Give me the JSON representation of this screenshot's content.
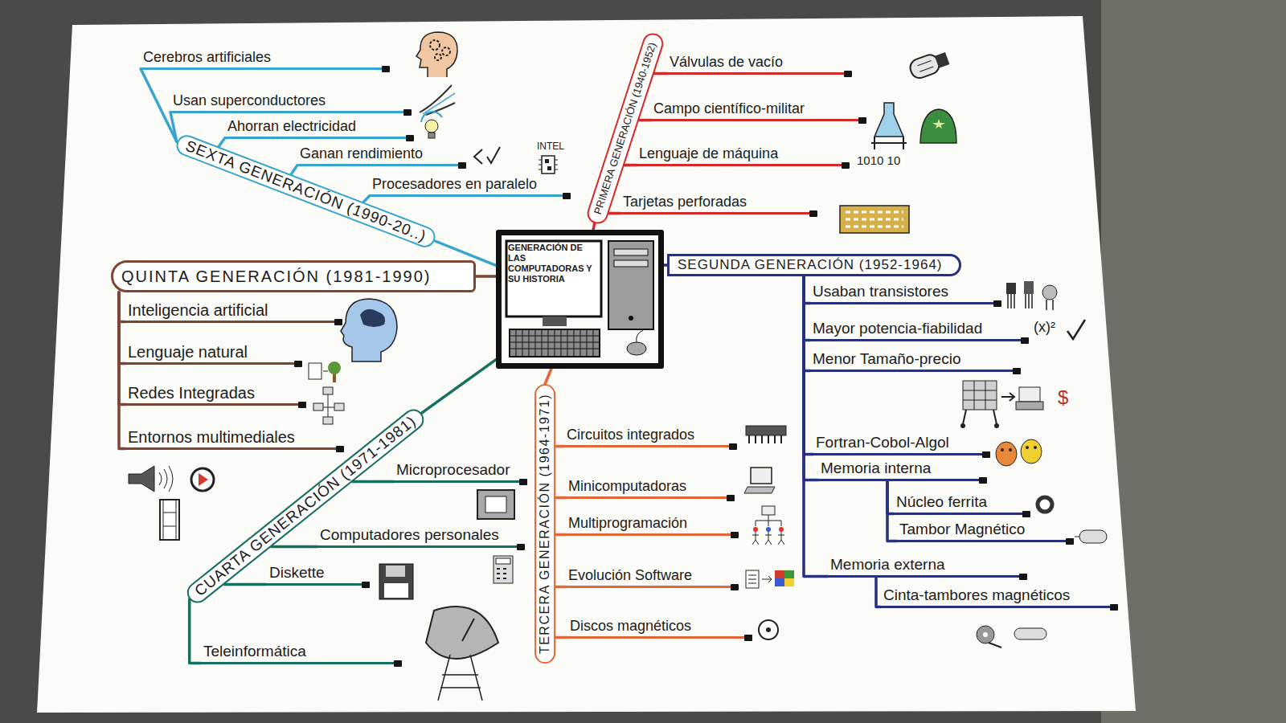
{
  "diagram": {
    "nodes": [
      {
        "text": [
          "GENERACIÓN DE LAS COMPUTADORAS Y SU HISTORIA"
        ]
      },
      {
        "text": [
          "PRIMERA GENERACIÓN (1940-1952)"
        ]
      },
      {
        "text": [
          "Válvulas de vacío"
        ]
      },
      {
        "text": [
          "Campo científico-militar"
        ]
      },
      {
        "text": [
          "Lenguaje de máquina"
        ]
      },
      {
        "text": [
          "Tarjetas perforadas"
        ]
      },
      {
        "text": [
          "SEGUNDA GENERACIÓN (1952-1964)"
        ]
      },
      {
        "text": [
          "Usaban transistores"
        ]
      },
      {
        "text": [
          "Mayor potencia-fiabilidad"
        ]
      },
      {
        "text": [
          "Menor Tamaño-precio"
        ]
      },
      {
        "text": [
          "Fortran-Cobol-Algol"
        ]
      },
      {
        "text": [
          "Memoria interna"
        ]
      },
      {
        "text": [
          "Núcleo ferrita"
        ]
      },
      {
        "text": [
          "Tambor Magnético"
        ]
      },
      {
        "text": [
          "Memoria externa"
        ]
      },
      {
        "text": [
          "Cinta-tambores magnéticos"
        ]
      },
      {
        "text": [
          "TERCERA GENERACIÓN (1964-1971)"
        ]
      },
      {
        "text": [
          "Circuitos integrados"
        ]
      },
      {
        "text": [
          "Minicomputadoras"
        ]
      },
      {
        "text": [
          "Multiprogramación"
        ]
      },
      {
        "text": [
          "Evolución Software"
        ]
      },
      {
        "text": [
          "Discos magnéticos"
        ]
      },
      {
        "text": [
          "CUARTA GENERACIÓN (1971-1981)"
        ]
      },
      {
        "text": [
          "Microprocesador"
        ]
      },
      {
        "text": [
          "Computadores personales"
        ]
      },
      {
        "text": [
          "Diskette"
        ]
      },
      {
        "text": [
          "Teleinformática"
        ]
      },
      {
        "text": [
          "QUINTA GENERACIÓN (1981-1990)"
        ]
      },
      {
        "text": [
          "Inteligencia artificial"
        ]
      },
      {
        "text": [
          "Lenguaje natural"
        ]
      },
      {
        "text": [
          "Redes Integradas"
        ]
      },
      {
        "text": [
          "Entornos multimediales"
        ]
      },
      {
        "text": [
          "SEXTA GENERACIÓN (1990-20..)"
        ]
      },
      {
        "text": [
          "Cerebros artificiales"
        ]
      },
      {
        "text": [
          "Usan superconductores"
        ]
      },
      {
        "text": [
          "Ahorran electricidad"
        ]
      },
      {
        "text": [
          "Ganan rendimiento"
        ]
      },
      {
        "text": [
          "Procesadores en paralelo"
        ]
      }
    ],
    "edges": [
      {
        "from": 0,
        "to": 1,
        "arrow": "none"
      },
      {
        "from": 0,
        "to": 6,
        "arrow": "none"
      },
      {
        "from": 0,
        "to": 16,
        "arrow": "none"
      },
      {
        "from": 0,
        "to": 22,
        "arrow": "none"
      },
      {
        "from": 0,
        "to": 27,
        "arrow": "none"
      },
      {
        "from": 0,
        "to": 32,
        "arrow": "none"
      },
      {
        "from": 1,
        "to": 2,
        "arrow": "none"
      },
      {
        "from": 1,
        "to": 3,
        "arrow": "none"
      },
      {
        "from": 1,
        "to": 4,
        "arrow": "none"
      },
      {
        "from": 1,
        "to": 5,
        "arrow": "none"
      },
      {
        "from": 6,
        "to": 7,
        "arrow": "none"
      },
      {
        "from": 6,
        "to": 8,
        "arrow": "none"
      },
      {
        "from": 6,
        "to": 9,
        "arrow": "none"
      },
      {
        "from": 6,
        "to": 10,
        "arrow": "none"
      },
      {
        "from": 6,
        "to": 11,
        "arrow": "none"
      },
      {
        "from": 11,
        "to": 12,
        "arrow": "none"
      },
      {
        "from": 11,
        "to": 13,
        "arrow": "none"
      },
      {
        "from": 6,
        "to": 14,
        "arrow": "none"
      },
      {
        "from": 14,
        "to": 15,
        "arrow": "none"
      },
      {
        "from": 16,
        "to": 17,
        "arrow": "none"
      },
      {
        "from": 16,
        "to": 18,
        "arrow": "none"
      },
      {
        "from": 16,
        "to": 19,
        "arrow": "none"
      },
      {
        "from": 16,
        "to": 20,
        "arrow": "none"
      },
      {
        "from": 16,
        "to": 21,
        "arrow": "none"
      },
      {
        "from": 22,
        "to": 23,
        "arrow": "none"
      },
      {
        "from": 22,
        "to": 24,
        "arrow": "none"
      },
      {
        "from": 22,
        "to": 25,
        "arrow": "none"
      },
      {
        "from": 22,
        "to": 26,
        "arrow": "none"
      },
      {
        "from": 27,
        "to": 28,
        "arrow": "none"
      },
      {
        "from": 27,
        "to": 29,
        "arrow": "none"
      },
      {
        "from": 27,
        "to": 30,
        "arrow": "none"
      },
      {
        "from": 27,
        "to": 31,
        "arrow": "none"
      },
      {
        "from": 32,
        "to": 33,
        "arrow": "none"
      },
      {
        "from": 32,
        "to": 34,
        "arrow": "none"
      },
      {
        "from": 32,
        "to": 35,
        "arrow": "none"
      },
      {
        "from": 32,
        "to": 36,
        "arrow": "none"
      },
      {
        "from": 32,
        "to": 37,
        "arrow": "none"
      }
    ],
    "labels": [
      "1010 10",
      "INTEL",
      "(x)²",
      "$"
    ]
  }
}
